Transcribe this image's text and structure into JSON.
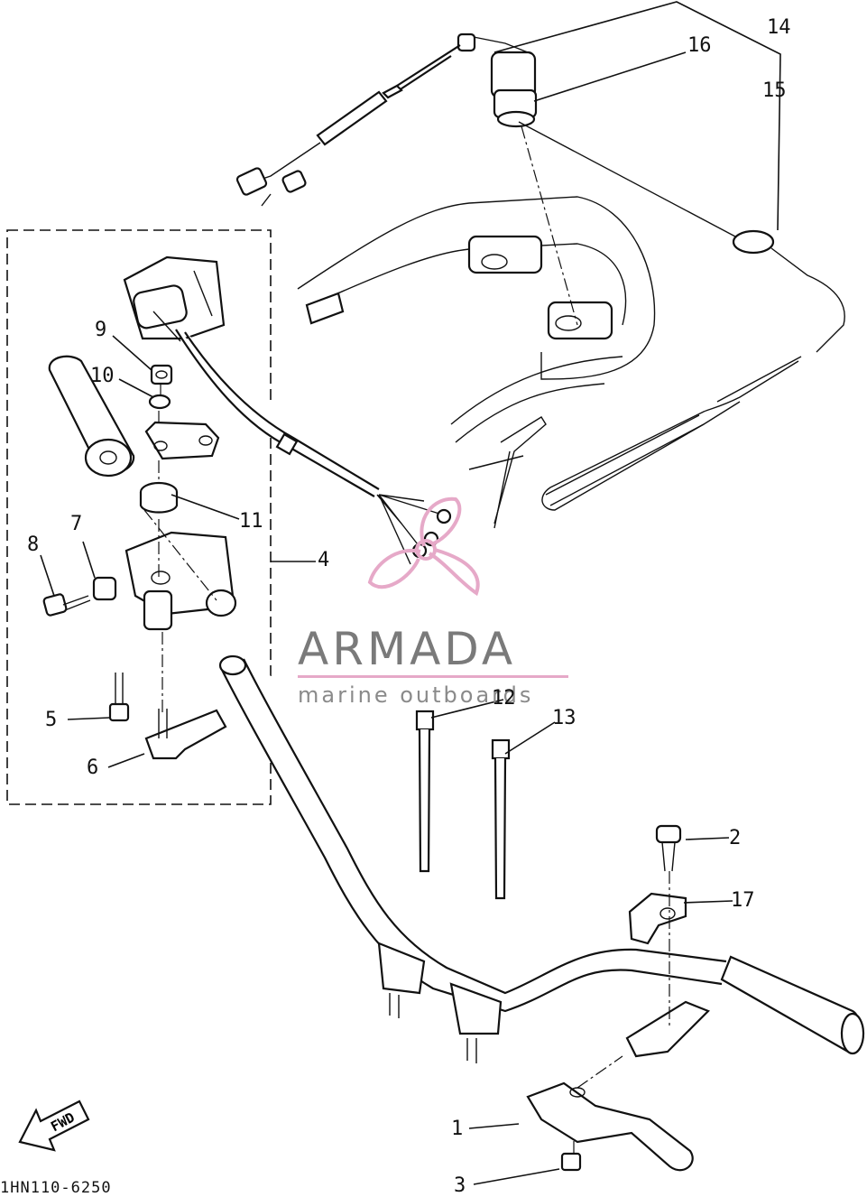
{
  "diagram": {
    "drawing_code": "1HN110-6250",
    "direction_label": "FWD",
    "callouts": [
      "1",
      "2",
      "3",
      "4",
      "5",
      "6",
      "7",
      "8",
      "9",
      "10",
      "11",
      "12",
      "13",
      "14",
      "15",
      "16",
      "17"
    ]
  },
  "watermark": {
    "brand": "ARMADA",
    "tagline": "marine outboards",
    "accent_color": "#e6a9c8",
    "text_color": "#7a7a7a",
    "icon": "propeller-icon"
  }
}
